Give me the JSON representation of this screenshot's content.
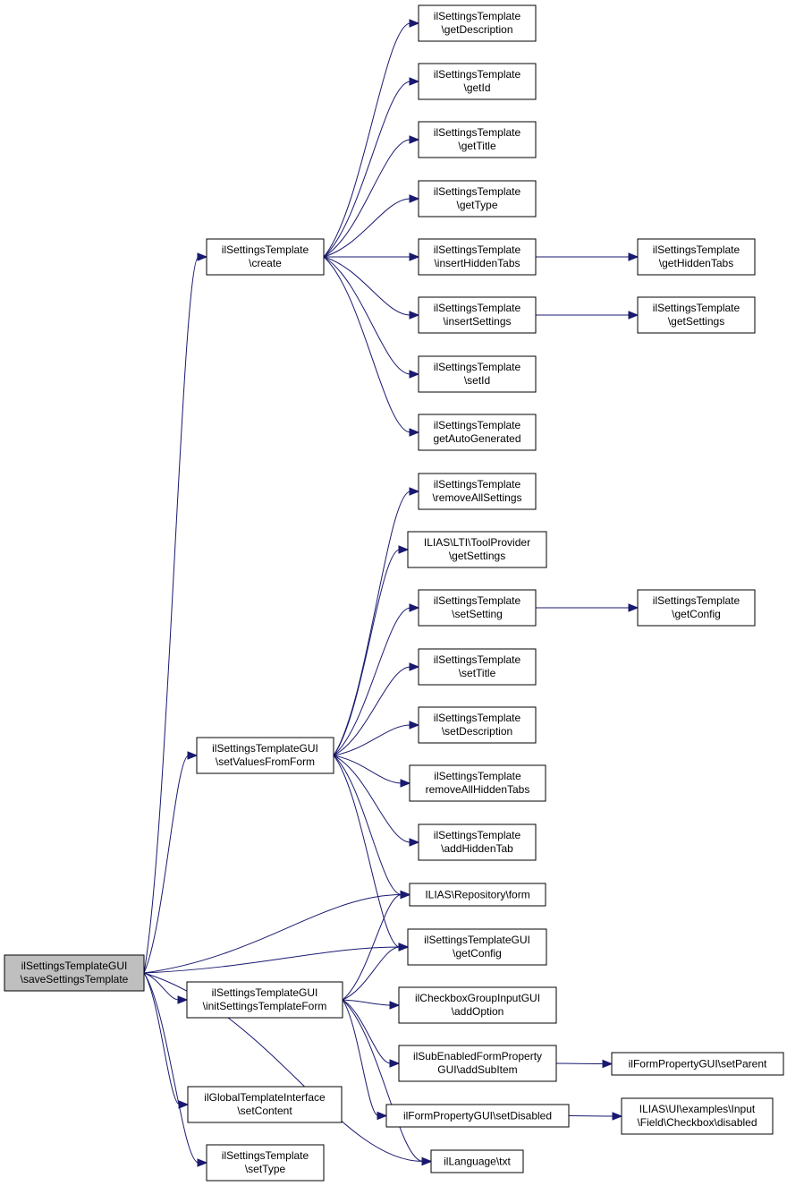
{
  "nodes": {
    "root": {
      "line1": "ilSettingsTemplateGUI",
      "line2": "\\saveSettingsTemplate"
    },
    "create": {
      "line1": "ilSettingsTemplate",
      "line2": "\\create"
    },
    "getDesc": {
      "line1": "ilSettingsTemplate",
      "line2": "\\getDescription"
    },
    "getId": {
      "line1": "ilSettingsTemplate",
      "line2": "\\getId"
    },
    "getTitle": {
      "line1": "ilSettingsTemplate",
      "line2": "\\getTitle"
    },
    "getType": {
      "line1": "ilSettingsTemplate",
      "line2": "\\getType"
    },
    "insHidden": {
      "line1": "ilSettingsTemplate",
      "line2": "\\insertHiddenTabs"
    },
    "getHidden": {
      "line1": "ilSettingsTemplate",
      "line2": "\\getHiddenTabs"
    },
    "insSettings": {
      "line1": "ilSettingsTemplate",
      "line2": "\\insertSettings"
    },
    "getSettingsT": {
      "line1": "ilSettingsTemplate",
      "line2": "\\getSettings"
    },
    "setId": {
      "line1": "ilSettingsTemplate",
      "line2": "\\setId"
    },
    "getAuto": {
      "line1": "ilSettingsTemplate",
      "line2": "getAutoGenerated"
    },
    "removeAll": {
      "line1": "ilSettingsTemplate",
      "line2": "\\removeAllSettings"
    },
    "ltiGet": {
      "line1": "ILIAS\\LTI\\ToolProvider",
      "line2": "\\getSettings"
    },
    "setSetting": {
      "line1": "ilSettingsTemplate",
      "line2": "\\setSetting"
    },
    "getConfigT": {
      "line1": "ilSettingsTemplate",
      "line2": "\\getConfig"
    },
    "setTitle": {
      "line1": "ilSettingsTemplate",
      "line2": "\\setTitle"
    },
    "setValues": {
      "line1": "ilSettingsTemplateGUI",
      "line2": "\\setValuesFromForm"
    },
    "setDesc": {
      "line1": "ilSettingsTemplate",
      "line2": "\\setDescription"
    },
    "remHidden": {
      "line1": "ilSettingsTemplate",
      "line2": "removeAllHiddenTabs"
    },
    "addHidden": {
      "line1": "ilSettingsTemplate",
      "line2": "\\addHiddenTab"
    },
    "repoForm": {
      "line1": "ILIAS\\Repository\\form",
      "line2": ""
    },
    "guiGetConfig": {
      "line1": "ilSettingsTemplateGUI",
      "line2": "\\getConfig"
    },
    "initForm": {
      "line1": "ilSettingsTemplateGUI",
      "line2": "\\initSettingsTemplateForm"
    },
    "cbAdd": {
      "line1": "ilCheckboxGroupInputGUI",
      "line2": "\\addOption"
    },
    "subEnabled": {
      "line1": "ilSubEnabledFormProperty",
      "line2": "GUI\\addSubItem"
    },
    "setParent": {
      "line1": "ilFormPropertyGUI\\setParent",
      "line2": ""
    },
    "setContent": {
      "line1": "ilGlobalTemplateInterface",
      "line2": "\\setContent"
    },
    "setDisabled": {
      "line1": "ilFormPropertyGUI\\setDisabled",
      "line2": ""
    },
    "cbDisabled": {
      "line1": "ILIAS\\UI\\examples\\Input",
      "line2": "\\Field\\Checkbox\\disabled"
    },
    "setTypeT": {
      "line1": "ilSettingsTemplate",
      "line2": "\\setType"
    },
    "langTxt": {
      "line1": "ilLanguage\\txt",
      "line2": ""
    }
  },
  "edges": [
    [
      "root",
      "create"
    ],
    [
      "root",
      "setValues"
    ],
    [
      "root",
      "repoForm"
    ],
    [
      "root",
      "guiGetConfig"
    ],
    [
      "root",
      "initForm"
    ],
    [
      "root",
      "setContent"
    ],
    [
      "root",
      "setTypeT"
    ],
    [
      "root",
      "langTxt"
    ],
    [
      "create",
      "getDesc"
    ],
    [
      "create",
      "getId"
    ],
    [
      "create",
      "getTitle"
    ],
    [
      "create",
      "getType"
    ],
    [
      "create",
      "insHidden"
    ],
    [
      "create",
      "insSettings"
    ],
    [
      "create",
      "setId"
    ],
    [
      "create",
      "getAuto"
    ],
    [
      "insHidden",
      "getHidden"
    ],
    [
      "insSettings",
      "getSettingsT"
    ],
    [
      "setValues",
      "removeAll"
    ],
    [
      "setValues",
      "ltiGet"
    ],
    [
      "setValues",
      "setSetting"
    ],
    [
      "setValues",
      "setTitle"
    ],
    [
      "setValues",
      "setDesc"
    ],
    [
      "setValues",
      "remHidden"
    ],
    [
      "setValues",
      "addHidden"
    ],
    [
      "setValues",
      "repoForm"
    ],
    [
      "setValues",
      "guiGetConfig"
    ],
    [
      "setSetting",
      "getConfigT"
    ],
    [
      "initForm",
      "repoForm"
    ],
    [
      "initForm",
      "guiGetConfig"
    ],
    [
      "initForm",
      "cbAdd"
    ],
    [
      "initForm",
      "subEnabled"
    ],
    [
      "initForm",
      "setDisabled"
    ],
    [
      "initForm",
      "langTxt"
    ],
    [
      "subEnabled",
      "setParent"
    ],
    [
      "setDisabled",
      "cbDisabled"
    ]
  ]
}
